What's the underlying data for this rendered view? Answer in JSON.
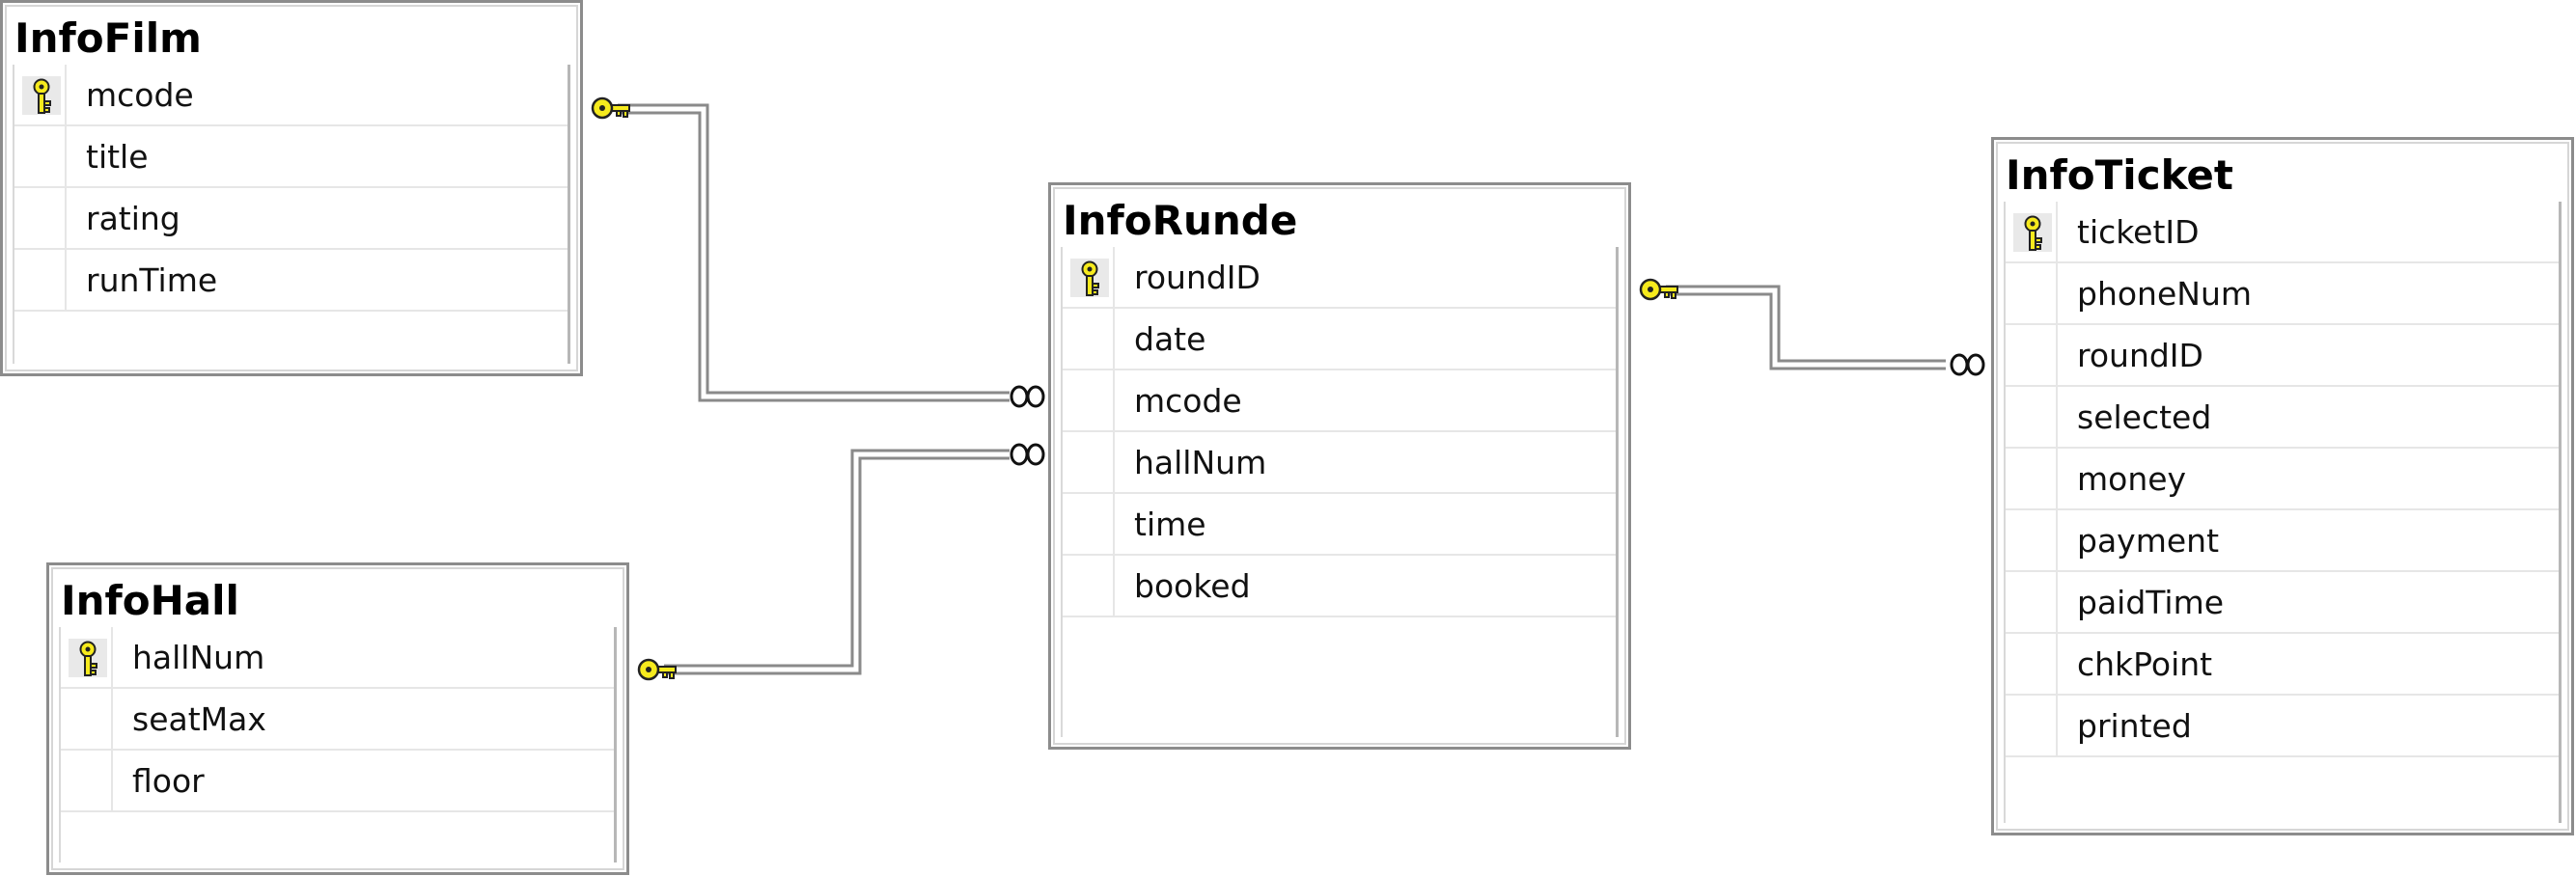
{
  "tables": {
    "infofilm": {
      "name": "InfoFilm",
      "columns": [
        "mcode",
        "title",
        "rating",
        "runTime"
      ],
      "primary_key": "mcode"
    },
    "inforunde": {
      "name": "InfoRunde",
      "columns": [
        "roundID",
        "date",
        "mcode",
        "hallNum",
        "time",
        "booked"
      ],
      "primary_key": "roundID"
    },
    "infohall": {
      "name": "InfoHall",
      "columns": [
        "hallNum",
        "seatMax",
        "floor"
      ],
      "primary_key": "hallNum"
    },
    "infoticket": {
      "name": "InfoTicket",
      "columns": [
        "ticketID",
        "phoneNum",
        "roundID",
        "selected",
        "money",
        "payment",
        "paidTime",
        "chkPoint",
        "printed"
      ],
      "primary_key": "ticketID"
    }
  },
  "relationships": [
    {
      "one": "InfoFilm",
      "many": "InfoRunde",
      "one_end": "key",
      "many_end": "infinity"
    },
    {
      "one": "InfoHall",
      "many": "InfoRunde",
      "one_end": "key",
      "many_end": "infinity"
    },
    {
      "one": "InfoRunde",
      "many": "InfoTicket",
      "one_end": "key",
      "many_end": "infinity"
    }
  ],
  "colors": {
    "key_fill": "#f6ea1d",
    "key_stroke": "#222222",
    "border": "#8c8c8c",
    "line": "#9a9a9a"
  },
  "icons": {
    "primary_key": "key-icon",
    "one_end": "key-icon",
    "many_end": "infinity-icon"
  }
}
